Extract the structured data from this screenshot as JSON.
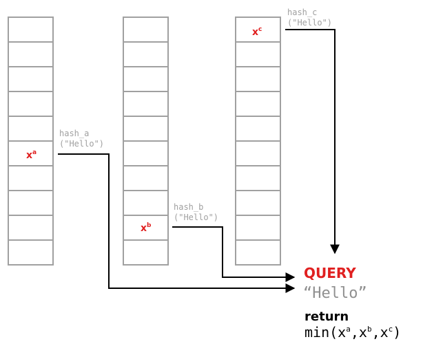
{
  "tables": [
    {
      "id": "a",
      "hash_label": "hash_a",
      "hash_arg": "(\"Hello\")",
      "marked_cell": {
        "row": 5,
        "base": "x",
        "sup": "a"
      }
    },
    {
      "id": "b",
      "hash_label": "hash_b",
      "hash_arg": "(\"Hello\")",
      "marked_cell": {
        "row": 8,
        "base": "x",
        "sup": "b"
      }
    },
    {
      "id": "c",
      "hash_label": "hash_c",
      "hash_arg": "(\"Hello\")",
      "marked_cell": {
        "row": 0,
        "base": "x",
        "sup": "c"
      }
    }
  ],
  "query": {
    "title": "QUERY",
    "value": "“Hello”"
  },
  "result": {
    "keyword": "return",
    "call_open": "min(x",
    "sup_a": "a",
    "sep1": ",x",
    "sup_b": "b",
    "sep2": ",x",
    "sup_c": "c",
    "call_close": ")"
  },
  "colors": {
    "cell_border": "#a0a0a0",
    "highlight": "#e02020",
    "label_gray": "#a0a0a0",
    "arrow": "#000000"
  }
}
